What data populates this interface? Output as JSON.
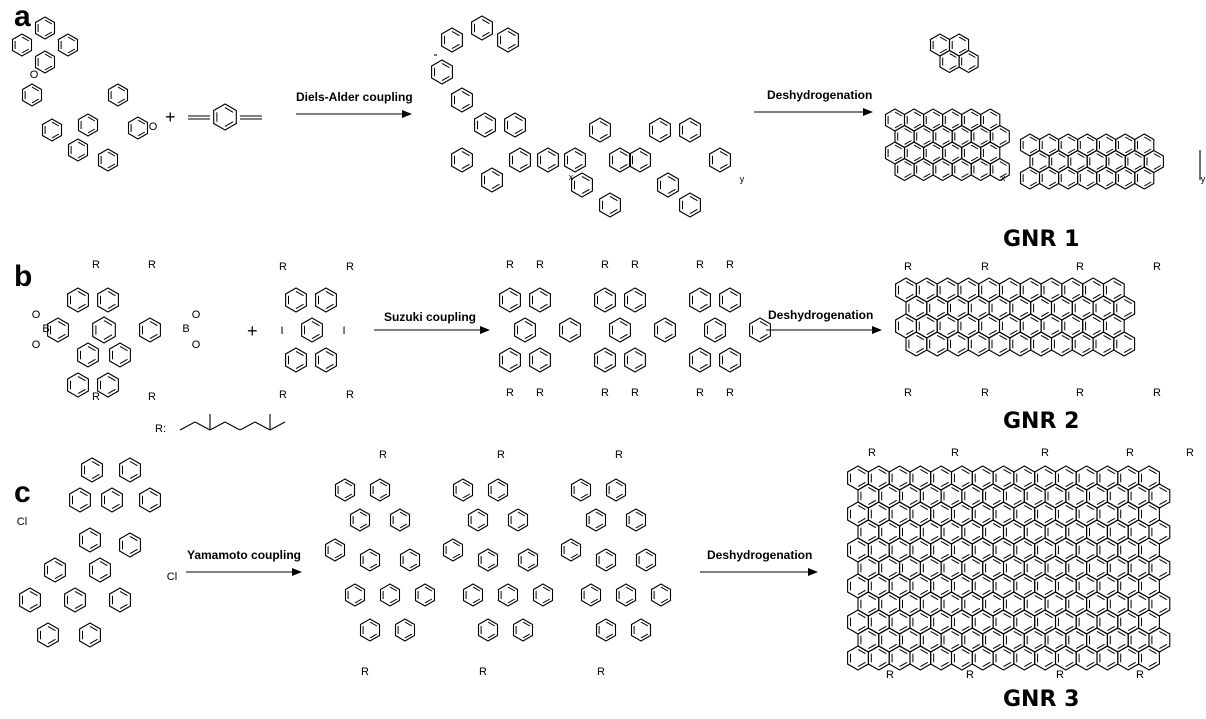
{
  "panels": {
    "a": {
      "letter": "a",
      "coupling": "Diels-Alder coupling",
      "dehydro": "Deshydrogenation",
      "product": "GNR 1",
      "plus": "+",
      "monomer_atoms": [
        "O",
        "O"
      ],
      "subscripts": [
        "x",
        "y",
        "x",
        "y"
      ]
    },
    "b": {
      "letter": "b",
      "coupling": "Suzuki coupling",
      "dehydro": "Deshydrogenation",
      "product": "GNR 2",
      "plus": "+",
      "r_def": "R:",
      "atoms": [
        "B",
        "O",
        "O",
        "B",
        "O",
        "O",
        "I",
        "I"
      ],
      "substituent": "R"
    },
    "c": {
      "letter": "c",
      "coupling": "Yamamoto coupling",
      "dehydro": "Deshydrogenation",
      "product": "GNR 3",
      "atoms": [
        "Cl",
        "Cl"
      ],
      "substituent": "R"
    }
  },
  "colors": {
    "ink": "#000000",
    "background": "#ffffff"
  }
}
